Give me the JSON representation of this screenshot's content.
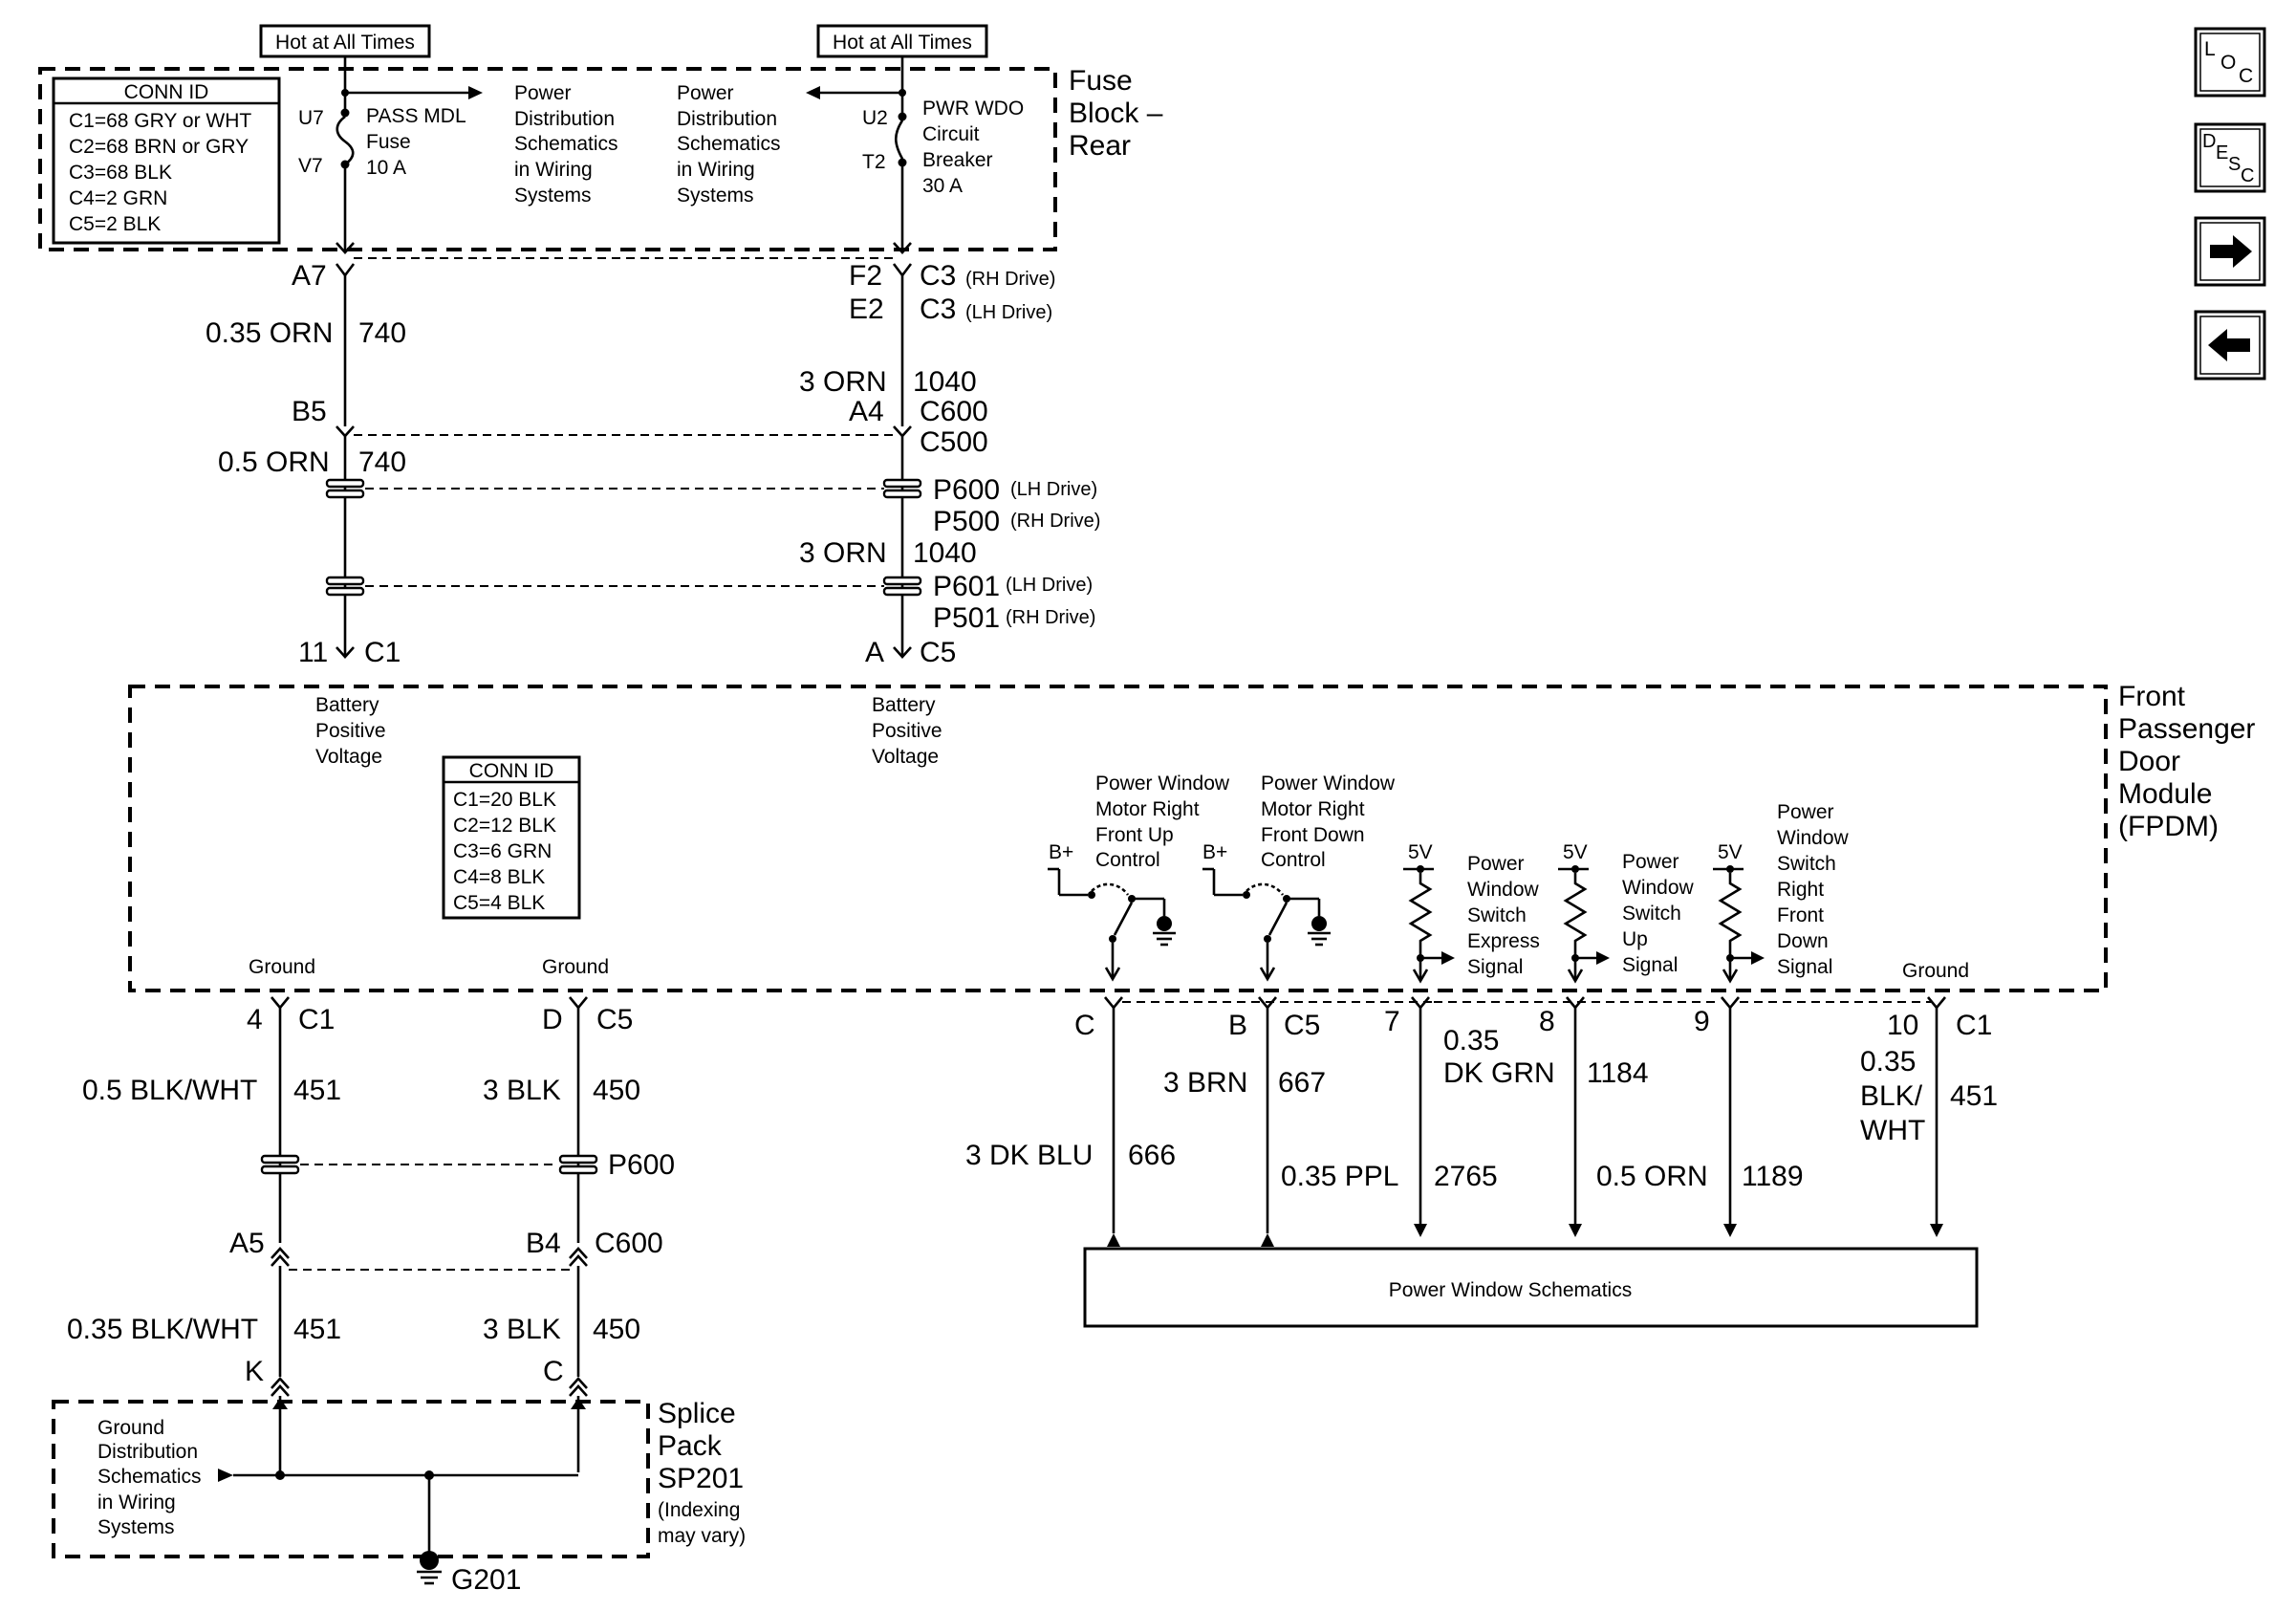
{
  "labels": {
    "hot_left": "Hot at All Times",
    "hot_right": "Hot at All Times",
    "fuse_block": [
      "Fuse",
      "Block –",
      "Rear"
    ],
    "u7": "U7",
    "v7": "V7",
    "pass_fuse": [
      "PASS MDL",
      "Fuse",
      "10 A"
    ],
    "pds_1": [
      "Power",
      "Distribution",
      "Schematics",
      "in Wiring",
      "Systems"
    ],
    "pds_2": [
      "Power",
      "Distribution",
      "Schematics",
      "in Wiring",
      "Systems"
    ],
    "u2": "U2",
    "t2": "T2",
    "pwr_cb": [
      "PWR WDO",
      "Circuit",
      "Breaker",
      "30 A"
    ],
    "conn_top_title": "CONN ID",
    "conn_top": [
      "C1=68 GRY or WHT",
      "C2=68 BRN or GRY",
      "C3=68 BLK",
      "C4=2 GRN",
      "C5=2 BLK"
    ],
    "a7": "A7",
    "f2": "F2",
    "e2": "E2",
    "c3_rh": "C3",
    "rh_drive": "(RH Drive)",
    "c3_lh": "C3",
    "lh_drive": "(LH Drive)",
    "w740_size": "0.35 ORN",
    "w740_num": "740",
    "w1040_size": "3 ORN",
    "w1040_num": "1040",
    "b5": "B5",
    "a4": "A4",
    "c600": "C600",
    "c500": "C500",
    "w740b_size": "0.5 ORN",
    "w740b_num": "740",
    "p600": "P600",
    "p600_note": "(LH Drive)",
    "p500": "P500",
    "p500_note": "(RH Drive)",
    "w1040b_size": "3 ORN",
    "w1040b_num": "1040",
    "p601": "P601",
    "p601_note": "(LH Drive)",
    "p501": "P501",
    "p501_note": "(RH Drive)",
    "pin11": "11",
    "c1_top": "C1",
    "pin_a": "A",
    "c5_top": "C5",
    "batt_1": [
      "Battery",
      "Positive",
      "Voltage"
    ],
    "batt_2": [
      "Battery",
      "Positive",
      "Voltage"
    ],
    "fpdm": [
      "Front",
      "Passenger",
      "Door",
      "Module",
      "(FPDM)"
    ],
    "conn_mid_title": "CONN ID",
    "conn_mid": [
      "C1=20 BLK",
      "C2=12 BLK",
      "C3=6 GRN",
      "C4=8 BLK",
      "C5=4 BLK"
    ],
    "pw_up_ctrl": [
      "Power Window",
      "Motor Right",
      "Front Up",
      "Control"
    ],
    "pw_down_ctrl": [
      "Power Window",
      "Motor Right",
      "Front Down",
      "Control"
    ],
    "b_plus_1": "B+",
    "b_plus_2": "B+",
    "v5_1": "5V",
    "v5_2": "5V",
    "v5_3": "5V",
    "sw_express": [
      "Power",
      "Window",
      "Switch",
      "Express",
      "Signal"
    ],
    "sw_up": [
      "Power",
      "Window",
      "Switch",
      "Up",
      "Signal"
    ],
    "sw_down": [
      "Power",
      "Window",
      "Switch",
      "Right",
      "Front",
      "Down",
      "Signal"
    ],
    "ground_1": "Ground",
    "ground_2": "Ground",
    "ground_3": "Ground",
    "pin4": "4",
    "c1_g1": "C1",
    "pin_d": "D",
    "c5_g2": "C5",
    "pin_c": "C",
    "pin_b": "B",
    "c5_b": "C5",
    "pin7": "7",
    "pin8": "8",
    "pin9": "9",
    "pin10": "10",
    "c1_10": "C1",
    "w451_size": "0.5 BLK/WHT",
    "w451_num": "451",
    "w450_size": "3 BLK",
    "w450_num": "450",
    "p600_low": "P600",
    "a5": "A5",
    "b4": "B4",
    "c600_low": "C600",
    "w451b_size": "0.35 BLK/WHT",
    "w451b_num": "451",
    "w450b_size": "3 BLK",
    "w450b_num": "450",
    "pin_k": "K",
    "pin_c_low": "C",
    "gds": [
      "Ground",
      "Distribution",
      "Schematics",
      "in Wiring",
      "Systems"
    ],
    "splice": [
      "Splice",
      "Pack",
      "SP201"
    ],
    "splice_note": [
      "(Indexing",
      "may vary)"
    ],
    "g201": "G201",
    "w666_size": "3 DK BLU",
    "w666_num": "666",
    "w667_size": "3 BRN",
    "w667_num": "667",
    "w1184_size": [
      "0.35",
      "DK GRN"
    ],
    "w1184_num": "1184",
    "w2765_size": "0.35 PPL",
    "w2765_num": "2765",
    "w1189_size": "0.5 ORN",
    "w1189_num": "1189",
    "w451c_size": [
      "0.35",
      "BLK/",
      "WHT"
    ],
    "w451c_num": "451",
    "pws": "Power Window Schematics"
  },
  "nav": {
    "loc": "LOC",
    "desc": "DESC",
    "next_icon": "right-arrow-icon",
    "prev_icon": "left-arrow-icon"
  }
}
